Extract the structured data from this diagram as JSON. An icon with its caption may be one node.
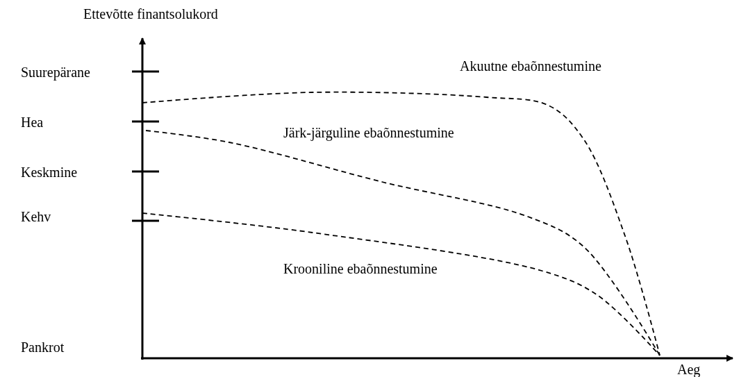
{
  "diagram": {
    "labels": [
      "Ettevõtte finantsolukord",
      "Suurepärane",
      "Hea",
      "Keskmine",
      "Kehv",
      "Pankrot",
      "Aeg",
      "Akuutne ebaõnnestumine",
      "Järk-järguline ebaõnnestumine",
      "Krooniline ebaõnnestumine"
    ]
  }
}
